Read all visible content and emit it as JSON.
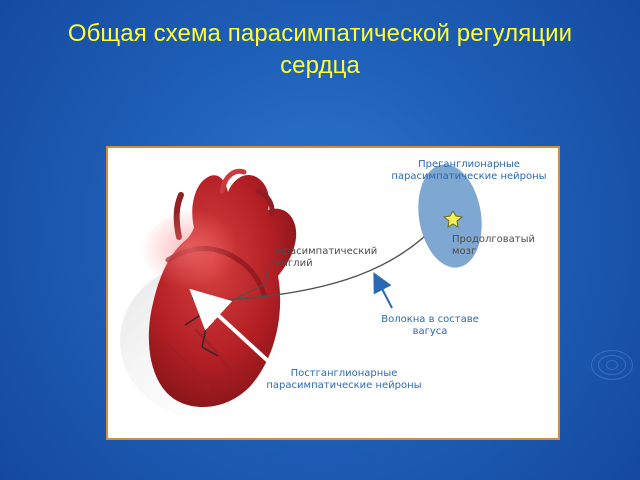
{
  "title": {
    "line1": "Общая схема парасимпатической регуляции",
    "line2": "сердца"
  },
  "diagram": {
    "labels": {
      "preganglionic": [
        "Преганглионарные",
        "парасимпатические нейроны"
      ],
      "medulla": [
        "Продолговатый",
        "мозг"
      ],
      "ganglion": [
        "Парасимпатический",
        "ганглий"
      ],
      "vagus": [
        "Волокна в составе",
        "вагуса"
      ],
      "postganglionic": [
        "Постганглионарные",
        "парасимпатические нейроны"
      ]
    }
  }
}
